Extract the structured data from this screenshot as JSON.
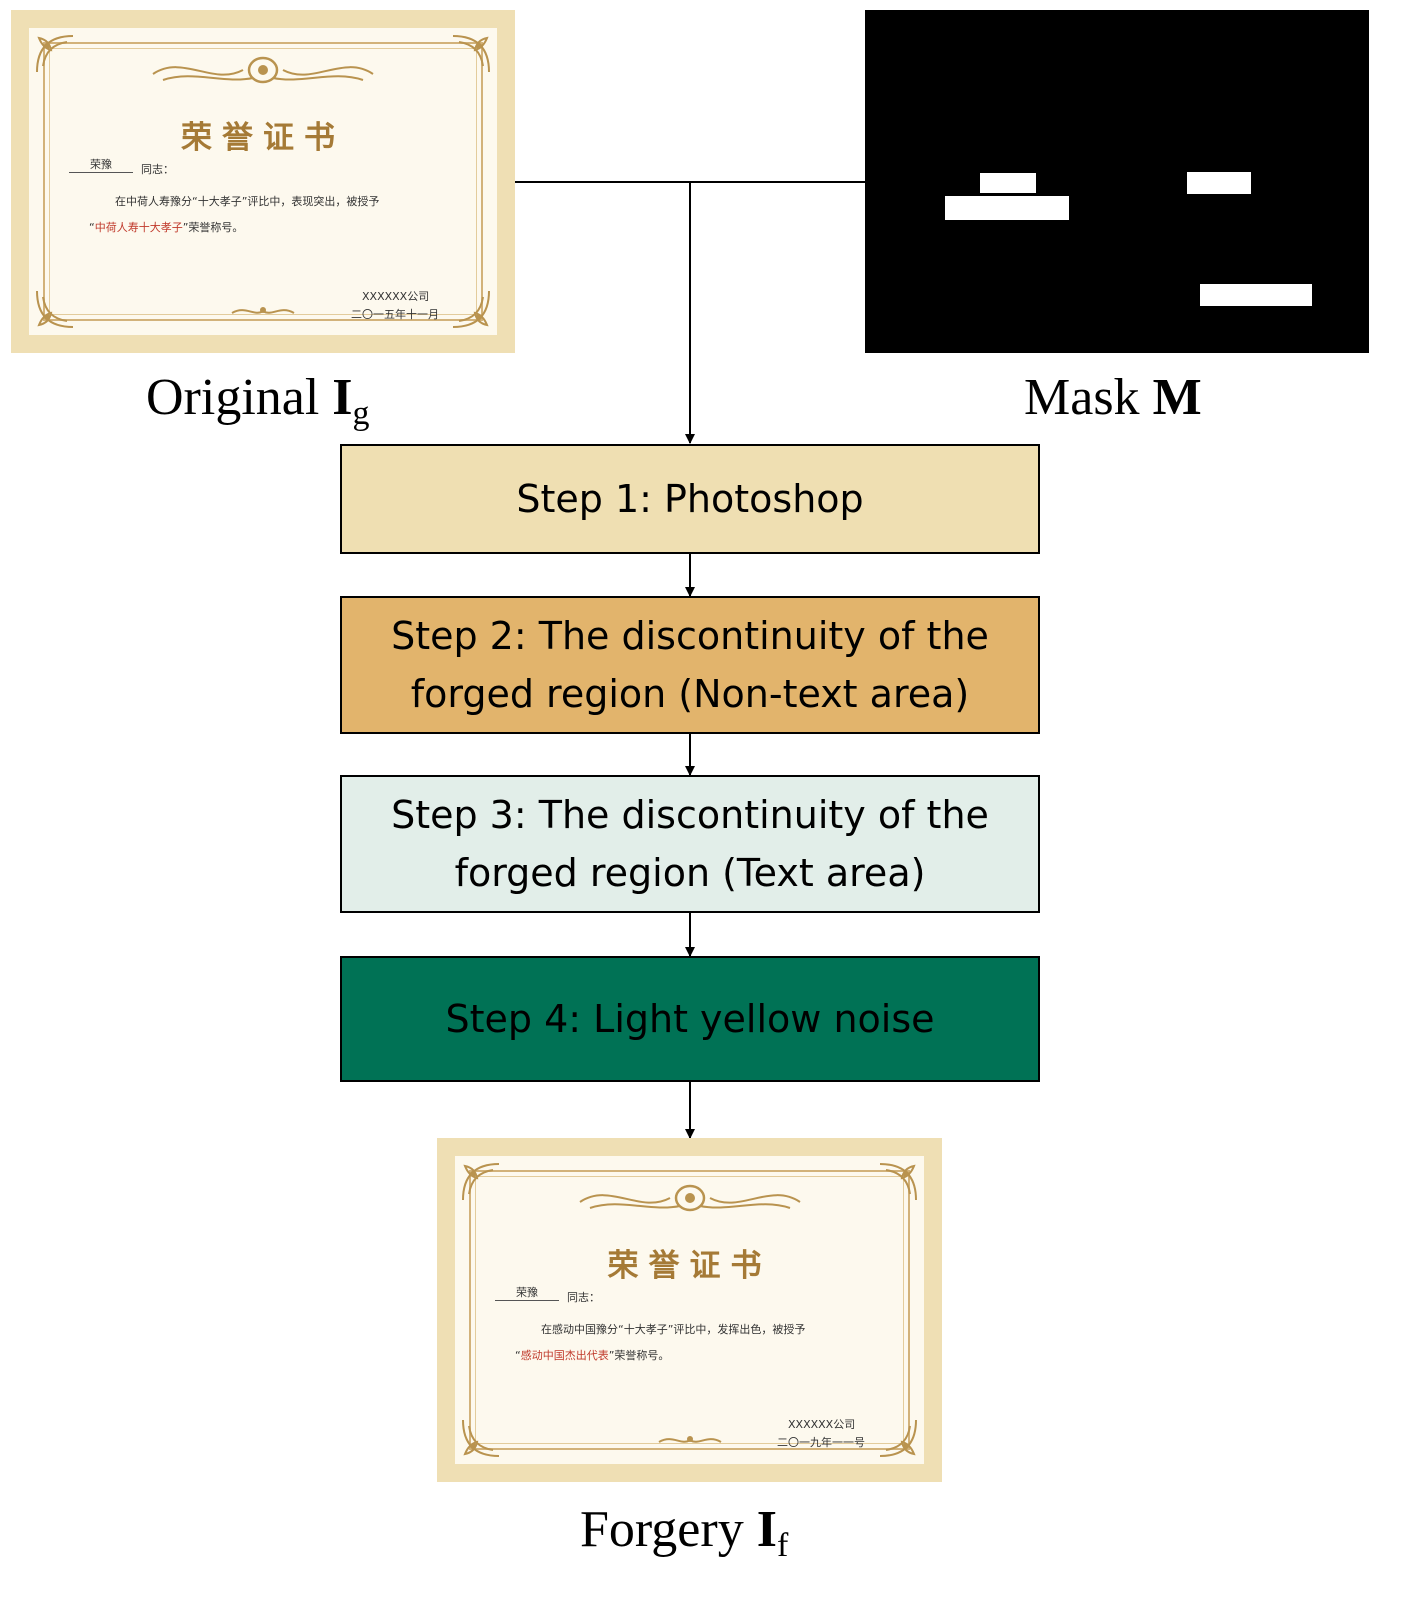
{
  "original": {
    "caption_word": "Original",
    "caption_symbol": "I",
    "caption_sub": "g",
    "certificate": {
      "title": "荣誉证书",
      "name": "荣豫",
      "salutation": "同志：",
      "line1": "在中荷人寿豫分“十大孝子”评比中，表现突出，被授予",
      "quote_open": "“",
      "honor": "中荷人寿十大孝子",
      "quote_close": "”荣誉称号。",
      "company": "XXXXXX公司",
      "date": "二〇一五年十一月"
    }
  },
  "mask": {
    "caption_word": "Mask",
    "caption_symbol": "M"
  },
  "steps": [
    {
      "line1": "Step 1: Photoshop",
      "line2": "",
      "bg": "#efdfb2"
    },
    {
      "line1": "Step 2: The discontinuity of the",
      "line2": "forged region (Non-text area)",
      "bg": "#e2b46c"
    },
    {
      "line1": "Step 3: The discontinuity of the",
      "line2": "forged region (Text area)",
      "bg": "#e2eee9"
    },
    {
      "line1": "Step 4: Light yellow noise",
      "line2": "",
      "bg": "#007255"
    }
  ],
  "forgery": {
    "caption_word": "Forgery",
    "caption_symbol": "I",
    "caption_sub": "f",
    "certificate": {
      "title": "荣誉证书",
      "name": "荣豫",
      "salutation": "同志：",
      "line1": "在感动中国豫分“十大孝子”评比中，发挥出色，被授予",
      "quote_open": "“",
      "honor": "感动中国杰出代表",
      "quote_close": "”荣誉称号。",
      "company": "XXXXXX公司",
      "date": "二〇一九年一一号"
    }
  }
}
